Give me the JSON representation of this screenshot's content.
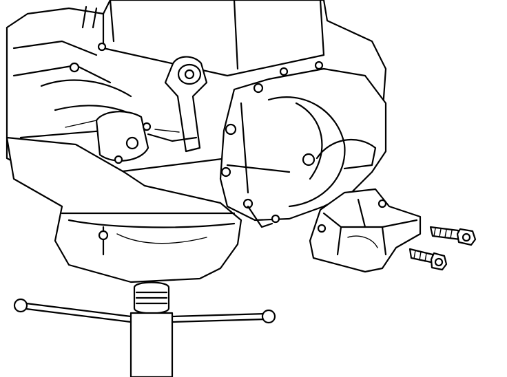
{
  "figure": {
    "type": "technical-line-illustration",
    "ink_color": "#000000",
    "background_color": "#ffffff",
    "parts": [
      "engine-block",
      "oil-pan",
      "transaxle",
      "engine-mount-bracket",
      "mount-bolt-upper",
      "mount-bolt-lower",
      "transmission-jack"
    ]
  }
}
